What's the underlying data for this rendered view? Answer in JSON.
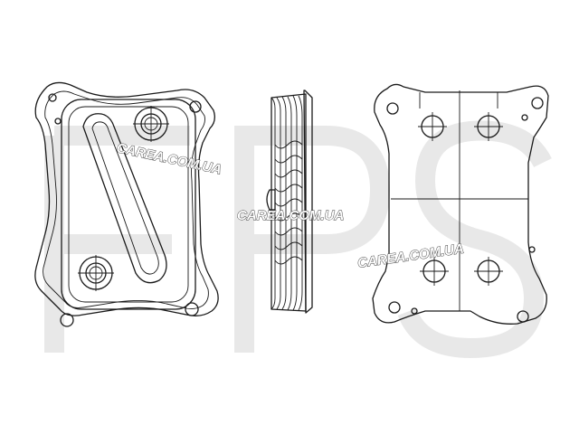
{
  "watermarks": [
    {
      "id": "wm1",
      "text": "CAREA.COM.UA"
    },
    {
      "id": "wm2",
      "text": "CAREA.COM.UA"
    },
    {
      "id": "wm3",
      "text": "CAREA.COM.UA"
    }
  ],
  "background_logo": {
    "text": "FPS",
    "color": "#e8e8e8"
  },
  "views": [
    {
      "id": "front-view",
      "name": "oil cooler front view"
    },
    {
      "id": "side-view",
      "name": "oil cooler side view"
    },
    {
      "id": "rear-view",
      "name": "oil cooler rear view"
    }
  ]
}
